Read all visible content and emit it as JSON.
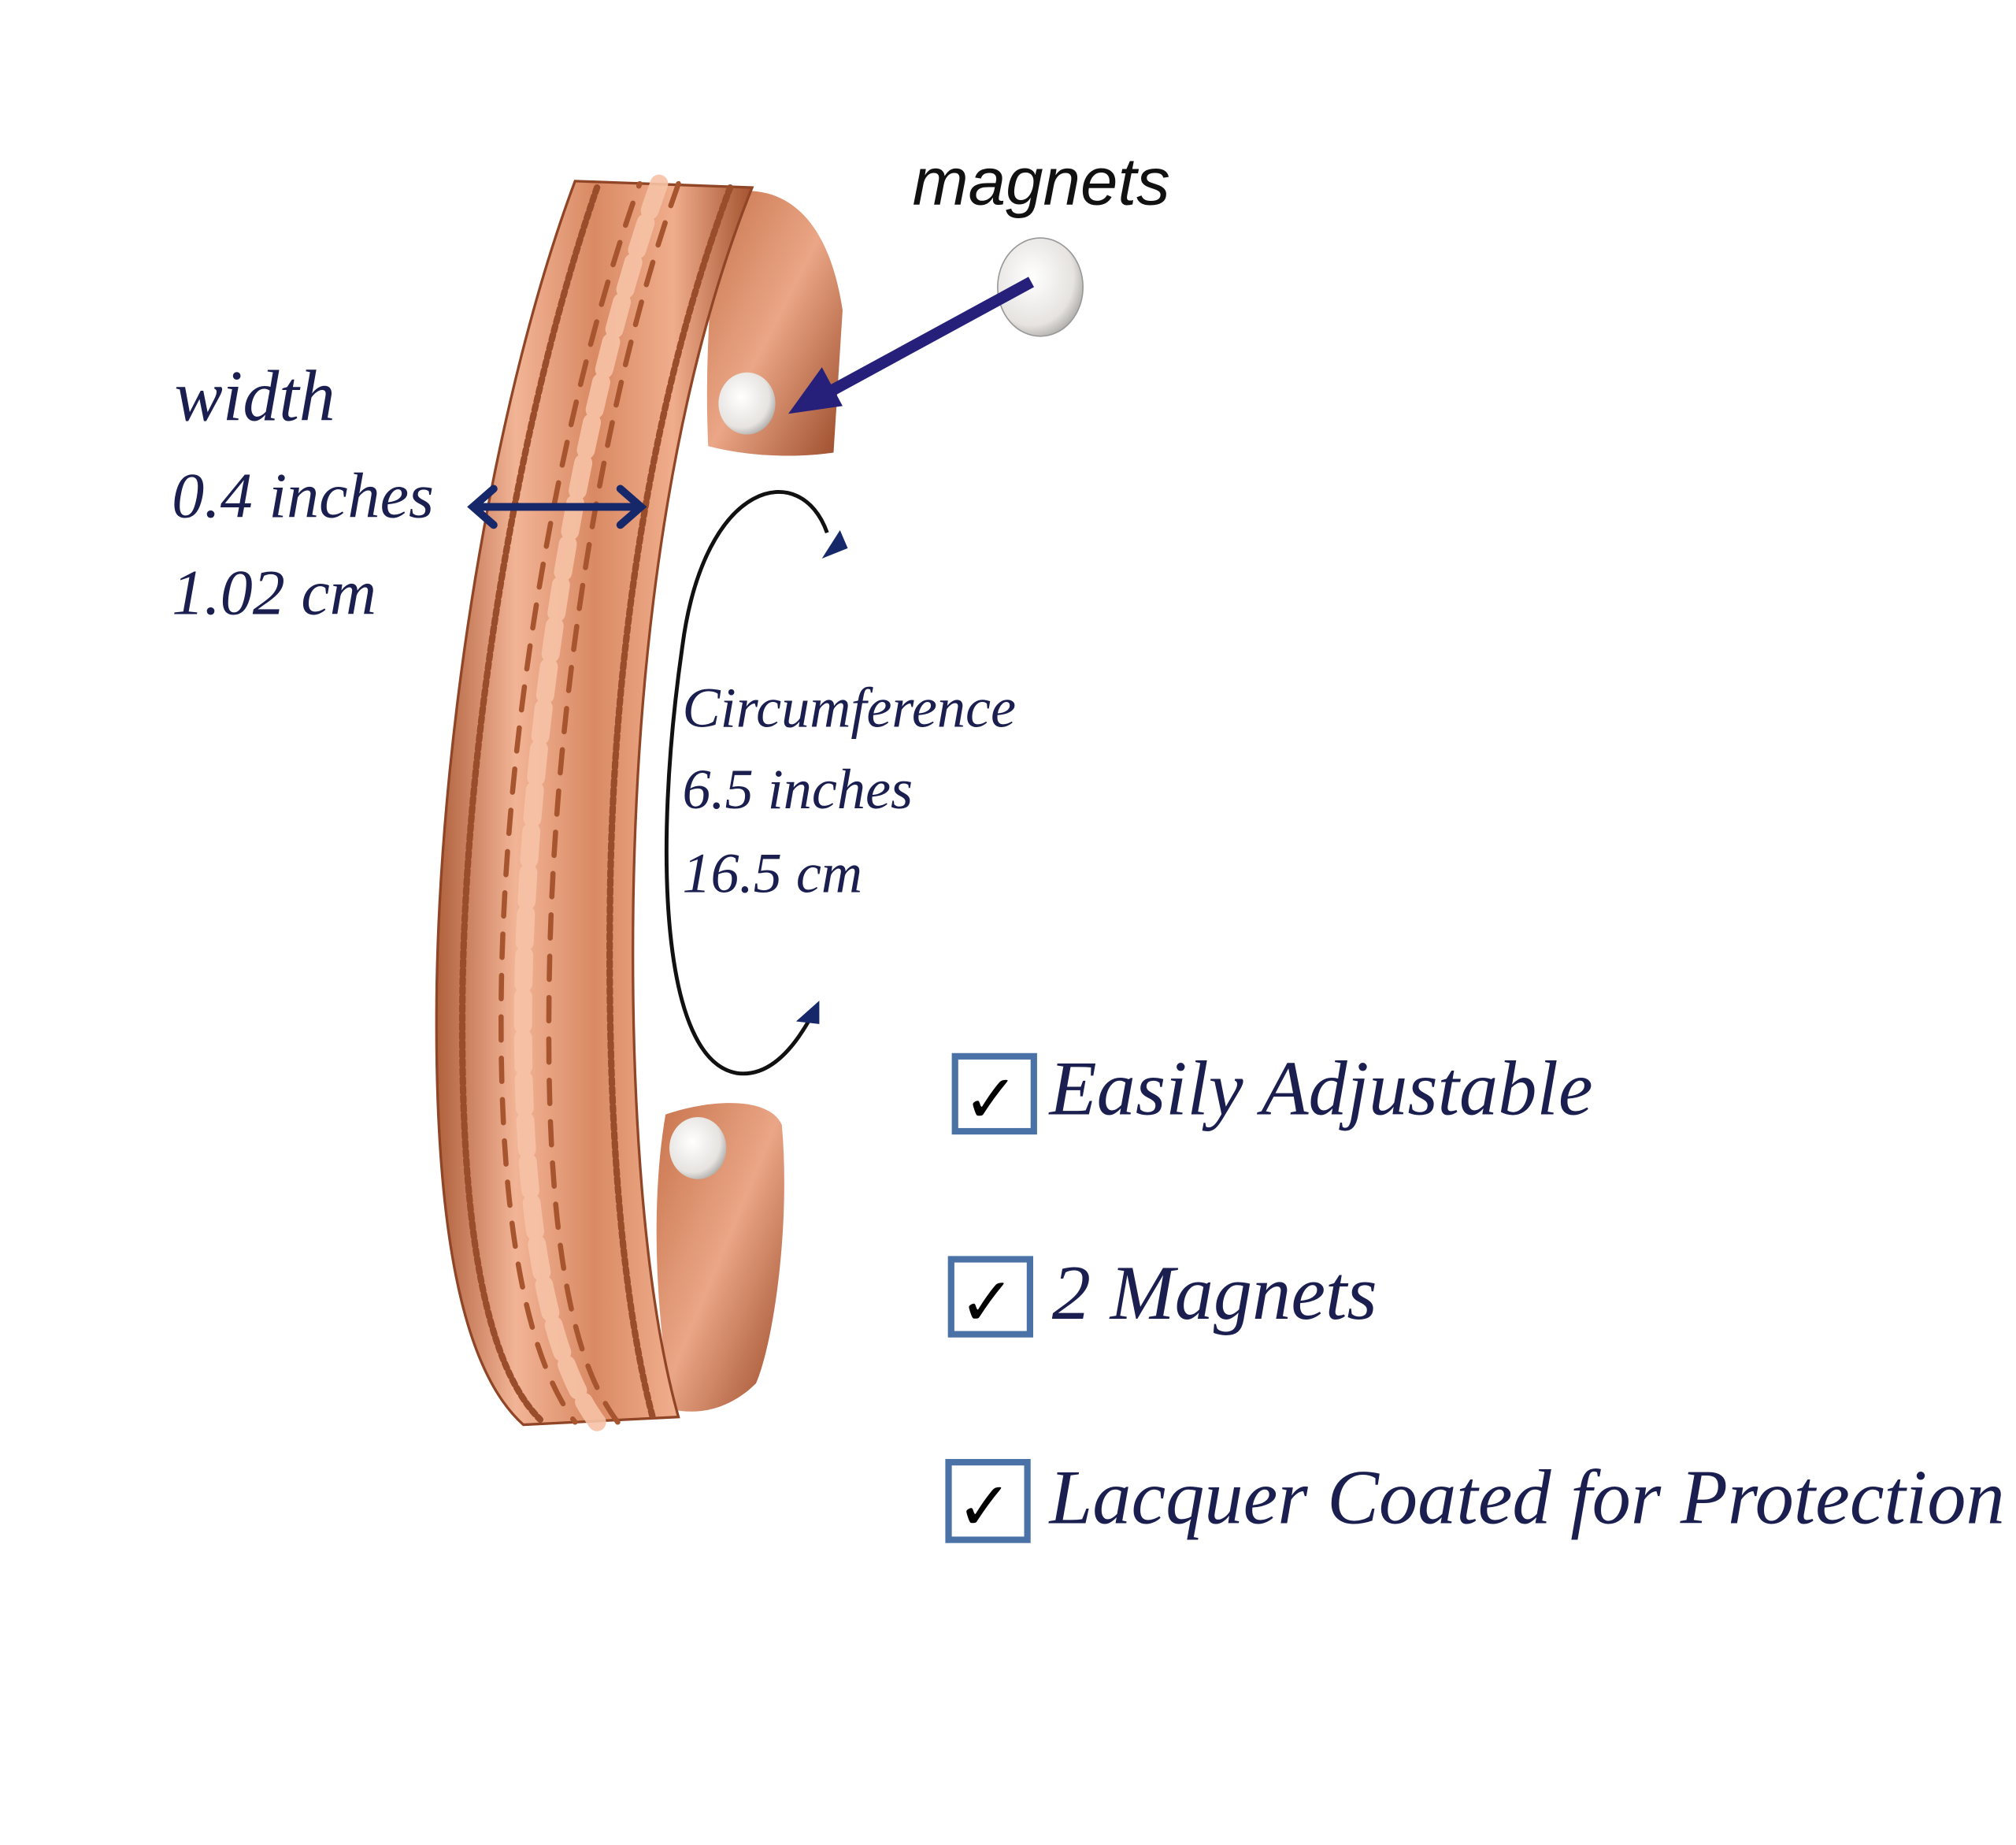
{
  "magnets_label": "magnets",
  "width": {
    "title": "width",
    "inches": "0.4 inches",
    "cm": "1.02 cm"
  },
  "circumference": {
    "title": "Circumference",
    "inches": "6.5 inches",
    "cm": "16.5 cm"
  },
  "features": [
    {
      "label": "Easily Adjustable",
      "checked": true
    },
    {
      "label": "2 Magnets",
      "checked": true
    },
    {
      "label": "Lacquer Coated for Protection",
      "checked": true
    }
  ],
  "colors": {
    "text": "#1b1f50",
    "arrow": "#27207a",
    "checkbox_border": "#4a72a6",
    "copper": "#d98a63"
  }
}
